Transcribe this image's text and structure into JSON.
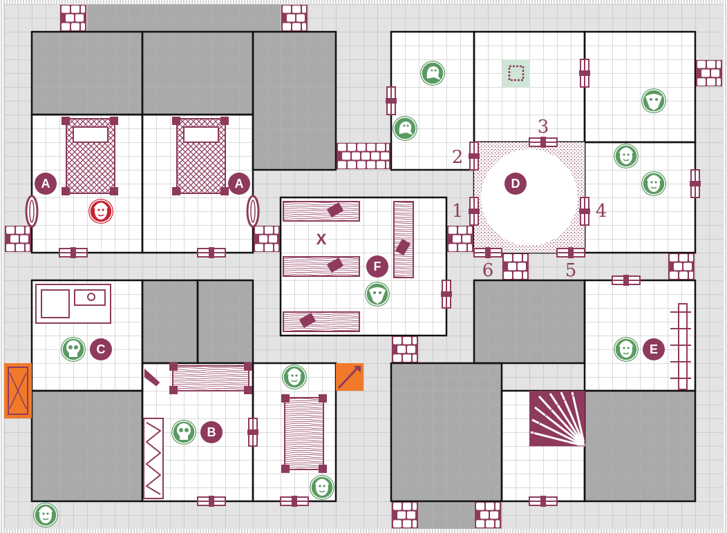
{
  "board": {
    "colors": {
      "corridor": "#e3e3e3",
      "rock": "#aaaaaa",
      "room": "#ffffff",
      "grid": "#b5b5b5",
      "wall": "#111111",
      "furniture": "#8e3a5c",
      "monster_friendly": "#5a9a62",
      "monster_boss": "#cc2233",
      "marker": "#8e3a5c",
      "special_tile": "#f07a2a",
      "pit": "#8e3a5c"
    }
  },
  "room_labels": [
    {
      "id": "A",
      "label": "A"
    },
    {
      "id": "A2",
      "label": "A"
    },
    {
      "id": "B",
      "label": "B"
    },
    {
      "id": "C",
      "label": "C"
    },
    {
      "id": "D",
      "label": "D"
    },
    {
      "id": "E",
      "label": "E"
    },
    {
      "id": "F",
      "label": "F"
    }
  ],
  "numbers": [
    {
      "id": "n1",
      "label": "1"
    },
    {
      "id": "n2",
      "label": "2"
    },
    {
      "id": "n3",
      "label": "3"
    },
    {
      "id": "n4",
      "label": "4"
    },
    {
      "id": "n5",
      "label": "5"
    },
    {
      "id": "n6",
      "label": "6"
    }
  ],
  "x_marker": "X",
  "monsters": [
    {
      "id": "ghost-1",
      "icon": "ghost-icon"
    },
    {
      "id": "ghost-2",
      "icon": "ghost-icon"
    },
    {
      "id": "gargoyle-1",
      "icon": "gargoyle-icon"
    },
    {
      "id": "gargoyle-2",
      "icon": "gargoyle-icon"
    },
    {
      "id": "orc-1",
      "icon": "orc-icon"
    },
    {
      "id": "orc-2",
      "icon": "orc-icon"
    },
    {
      "id": "orc-3",
      "icon": "orc-icon"
    },
    {
      "id": "orc-4",
      "icon": "orc-icon"
    },
    {
      "id": "orc-5",
      "icon": "orc-icon"
    },
    {
      "id": "orc-6",
      "icon": "orc-icon"
    },
    {
      "id": "skull-1",
      "icon": "skull-icon"
    },
    {
      "id": "skull-2",
      "icon": "skull-icon"
    },
    {
      "id": "boss-1",
      "icon": "boss-icon"
    }
  ]
}
